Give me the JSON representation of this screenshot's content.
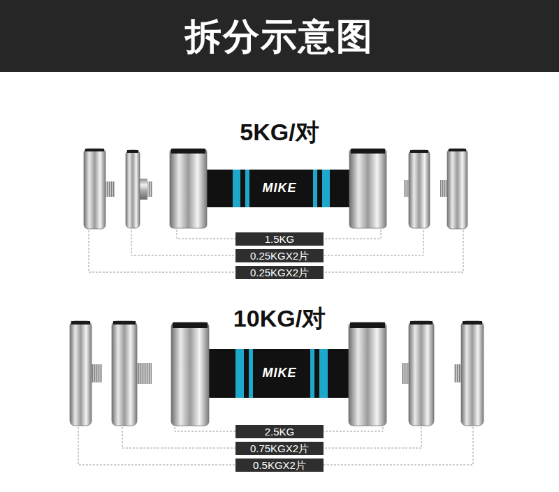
{
  "diagram": {
    "title": "拆分示意图",
    "nodes": [
      {
        "text": [
          "1.5KG"
        ]
      },
      {
        "text": [
          "0.25KGX2片"
        ]
      },
      {
        "text": [
          "0.25KGX2片"
        ]
      },
      {
        "text": [
          "2.5KG"
        ]
      },
      {
        "text": [
          "0.75KGX2片"
        ]
      },
      {
        "text": [
          "0.5KGX2片"
        ]
      }
    ],
    "labels": [
      "5KG/对",
      "MIKE",
      "10KG/对",
      "MIKE"
    ]
  }
}
